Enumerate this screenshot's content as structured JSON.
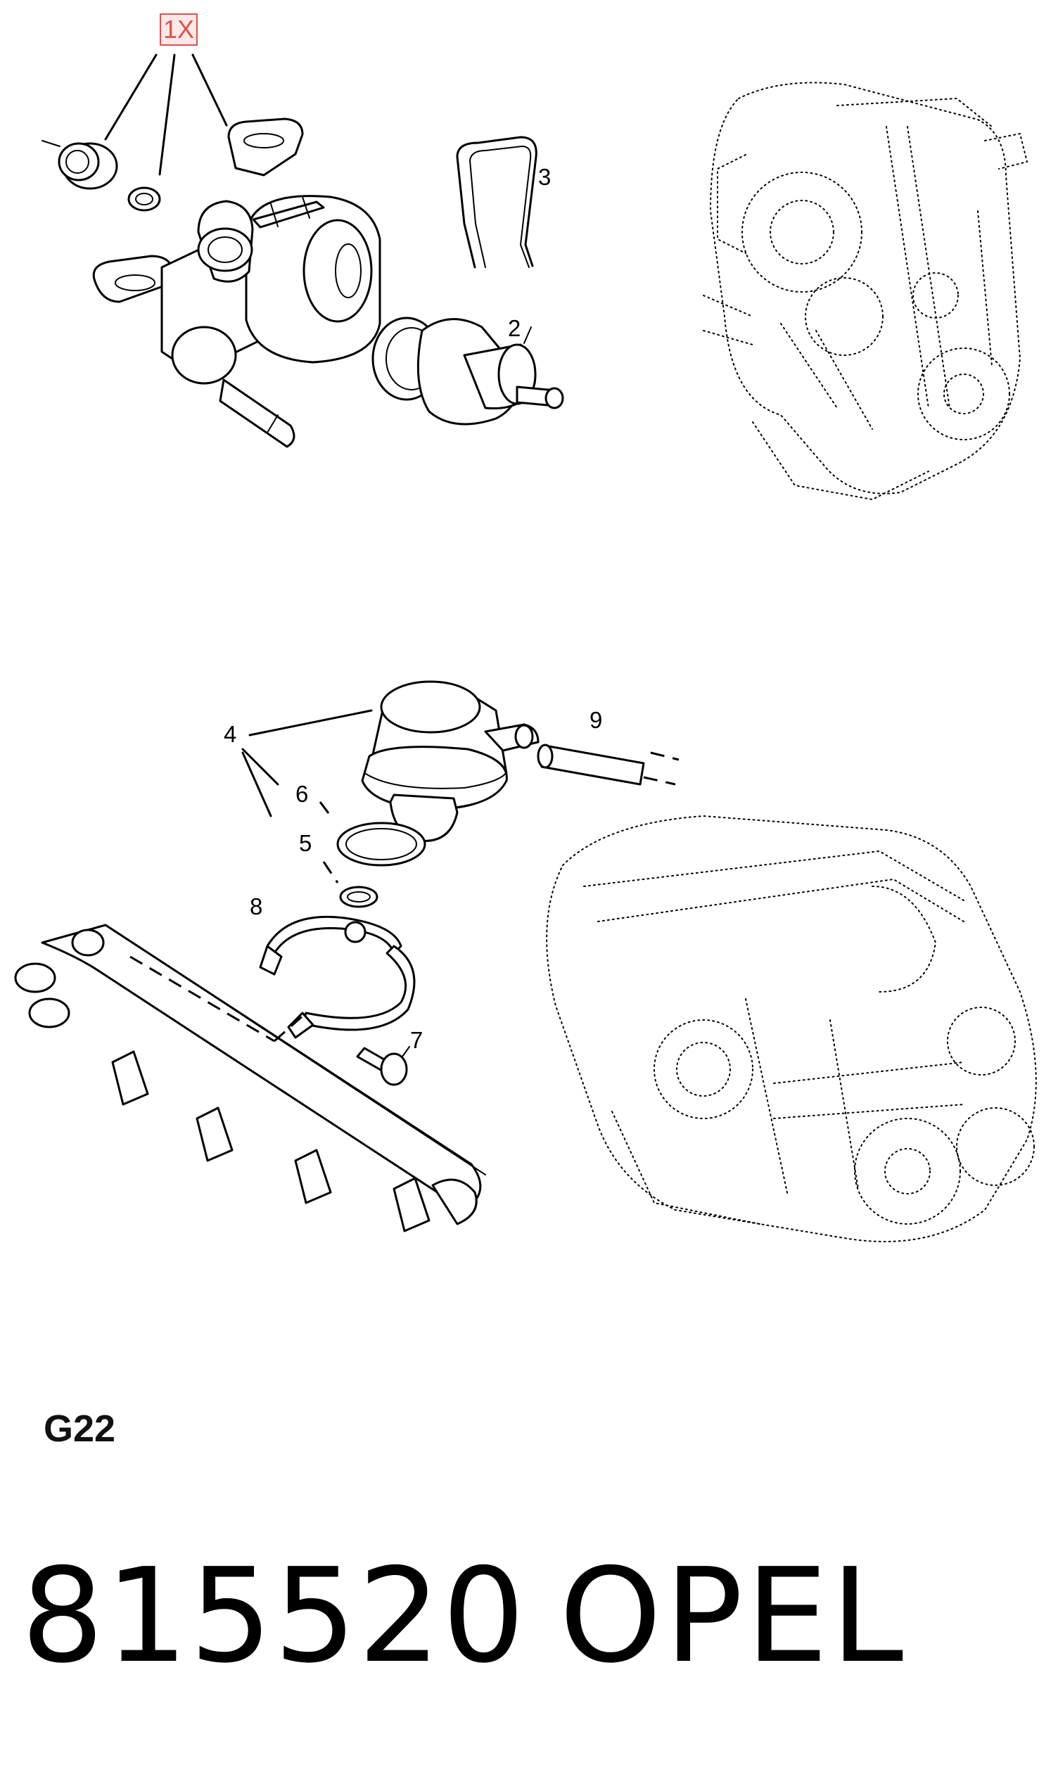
{
  "diagram": {
    "quantity_label": "1X",
    "callouts": {
      "c2": "2",
      "c3": "3",
      "c4": "4",
      "c5": "5",
      "c6": "6",
      "c7": "7",
      "c8": "8",
      "c9": "9"
    }
  },
  "footer": {
    "group_code": "G22",
    "part_number": "815520",
    "brand": "OPEL"
  },
  "colors": {
    "quantity_label": "#d9534f",
    "lines": "#000000",
    "background": "#ffffff"
  }
}
